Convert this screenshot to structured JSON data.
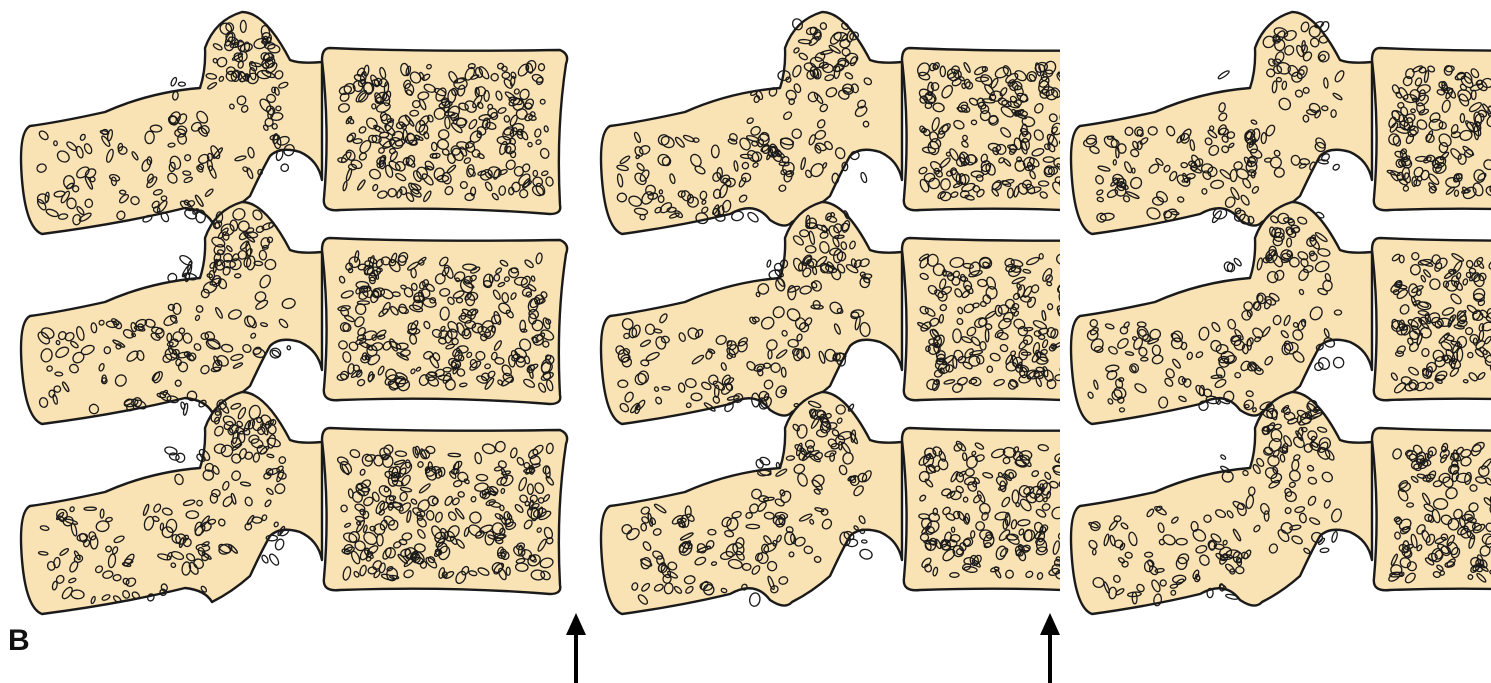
{
  "figure": {
    "label": "B",
    "bone_fill": "#f9e2b4",
    "outline_color": "#1a1a1a",
    "panels": [
      {
        "name": "panel-normal"
      },
      {
        "name": "panel-middle"
      },
      {
        "name": "panel-right"
      }
    ],
    "arrow_count": 2
  }
}
